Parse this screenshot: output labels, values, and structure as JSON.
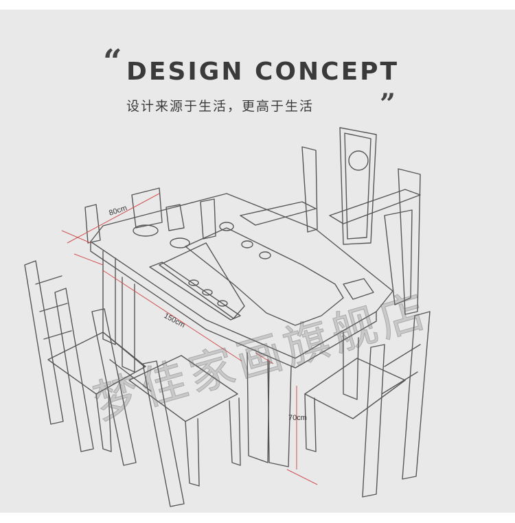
{
  "header": {
    "quote_open": "“",
    "title": "DESIGN CONCEPT",
    "subtitle": "设计来源于生活，更高于生活",
    "quote_close": "”"
  },
  "dimensions": {
    "depth": "80cm",
    "length": "150cm",
    "height": "70cm"
  },
  "watermark": "梦佳家画旗舰店",
  "colors": {
    "panel": "#e9e9e9",
    "ink": "#3a3a3a",
    "dimension_line": "#d05050"
  }
}
